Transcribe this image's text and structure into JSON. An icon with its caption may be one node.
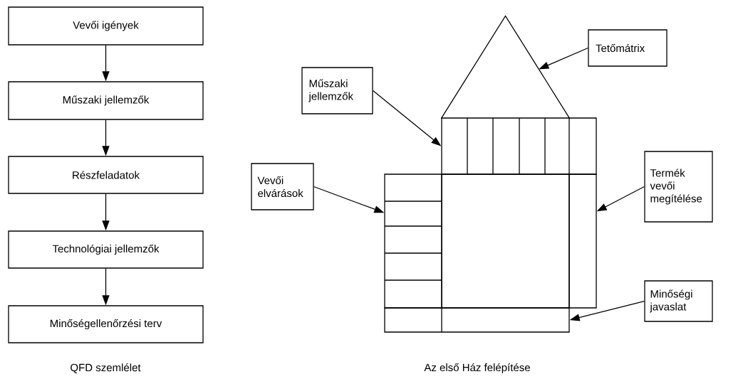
{
  "diagram": {
    "nodes": [
      {
        "text": [
          "Vevői igények"
        ]
      },
      {
        "text": [
          "Műszaki jellemzők"
        ]
      },
      {
        "text": [
          "Részfeladatok"
        ]
      },
      {
        "text": [
          "Technológiai jellemzők"
        ]
      },
      {
        "text": [
          "Minőségellenőrzési terv"
        ]
      },
      {
        "text": [
          "Tetőmátrix"
        ]
      },
      {
        "text": [
          "Műszaki jellemzők"
        ]
      },
      {
        "text": [
          "Vevői elvárások"
        ]
      },
      {
        "text": [
          "Termék vevői megítélése"
        ]
      },
      {
        "text": [
          "Minőségi javaslat"
        ]
      },
      {
        "text": [],
        "shape": "triangle"
      },
      {
        "text": [],
        "shape": "box"
      },
      {
        "text": [],
        "shape": "box"
      },
      {
        "text": [],
        "shape": "box"
      },
      {
        "text": [],
        "shape": "box"
      }
    ],
    "edges": [
      {
        "from": 0,
        "to": 1,
        "arrow": "to"
      },
      {
        "from": 1,
        "to": 2,
        "arrow": "to"
      },
      {
        "from": 2,
        "to": 3,
        "arrow": "to"
      },
      {
        "from": 3,
        "to": 4,
        "arrow": "to"
      },
      {
        "from": 5,
        "to": 10,
        "arrow": "to"
      },
      {
        "from": 6,
        "to": 11,
        "arrow": "to"
      },
      {
        "from": 7,
        "to": 12,
        "arrow": "to"
      },
      {
        "from": 8,
        "to": 13,
        "arrow": "to"
      },
      {
        "from": 9,
        "to": 14,
        "arrow": "to"
      }
    ],
    "labels": [
      "QFD szemlélet",
      "Az első Ház felépítése"
    ]
  }
}
